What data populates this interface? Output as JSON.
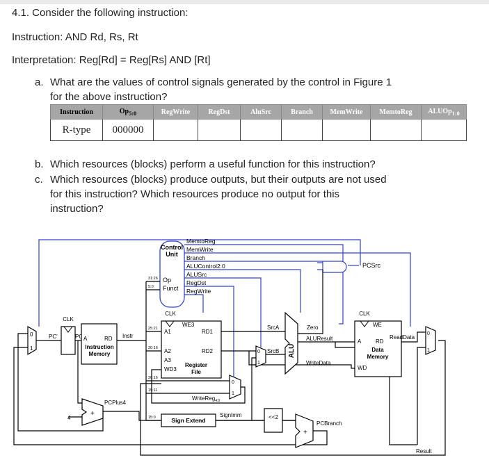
{
  "question": {
    "title": "4.1. Consider the following instruction:",
    "instruction": "Instruction: AND Rd, Rs, Rt",
    "interpretation": "Interpretation: Reg[Rd] = Reg[Rs] AND [Rt]",
    "part_a_label": "a.",
    "part_a_line1": "What are the values of control signals generated by the control in Figure 1",
    "part_a_line2": "for the above instruction?",
    "part_b_label": "b.",
    "part_b": "Which resources (blocks) perform a useful function for this instruction?",
    "part_c_label": "c.",
    "part_c_line1": "Which resources (blocks) produce outputs, but their outputs are not used",
    "part_c_line2": "for this instruction? Which resources produce no output for this",
    "part_c_line3": "instruction?"
  },
  "table": {
    "headers": [
      "Instruction",
      "Op5:0",
      "RegWrite",
      "RegDst",
      "AluSrc",
      "Branch",
      "MemWrite",
      "MemtoReg",
      "ALUOp1:0"
    ],
    "row": [
      "R-type",
      "000000",
      "",
      "",
      "",
      "",
      "",
      "",
      ""
    ]
  },
  "diagram": {
    "control_unit": "Control Unit",
    "control_op": "Op",
    "control_funct": "Funct",
    "signals": [
      "MemtoReg",
      "MemWrite",
      "Branch",
      "ALUControl2:0",
      "ALUSrc",
      "RegDst",
      "RegWrite"
    ],
    "pcsrc": "PCSrc",
    "clk": "CLK",
    "pc_prime": "PC'",
    "pc": "PC",
    "imem_a": "A",
    "imem_rd": "RD",
    "imem_title": "Instruction Memory",
    "instr": "Instr",
    "bits_31_26": "31:26",
    "bits_5_0": "5:0",
    "bits_25_21": "25:21",
    "bits_20_16a": "20:16",
    "bits_20_16b": "20:16",
    "bits_15_11": "15:11",
    "bits_15_0": "15:0",
    "rf_we3": "WE3",
    "rf_a1": "A1",
    "rf_a2": "A2",
    "rf_a3": "A3",
    "rf_wd3": "WD3",
    "rf_rd1": "RD1",
    "rf_rd2": "RD2",
    "rf_title": "Register File",
    "writereg": "WriteReg4:0",
    "srca": "SrcA",
    "srcb": "SrcB",
    "alu": "ALU",
    "zero": "Zero",
    "aluresult": "ALUResult",
    "writedata": "WriteData",
    "dmem_we": "WE",
    "dmem_a": "A",
    "dmem_rd": "RD",
    "dmem_wd": "WD",
    "dmem_title": "Data Memory",
    "readdata": "ReadData",
    "pcplus4": "PCPlus4",
    "four": "4",
    "sign_extend": "Sign Extend",
    "signimm": "SignImm",
    "shift2": "<<2",
    "pcbranch": "PCBranch",
    "result": "Result",
    "mux0": "0",
    "mux1": "1",
    "plus": "+"
  }
}
